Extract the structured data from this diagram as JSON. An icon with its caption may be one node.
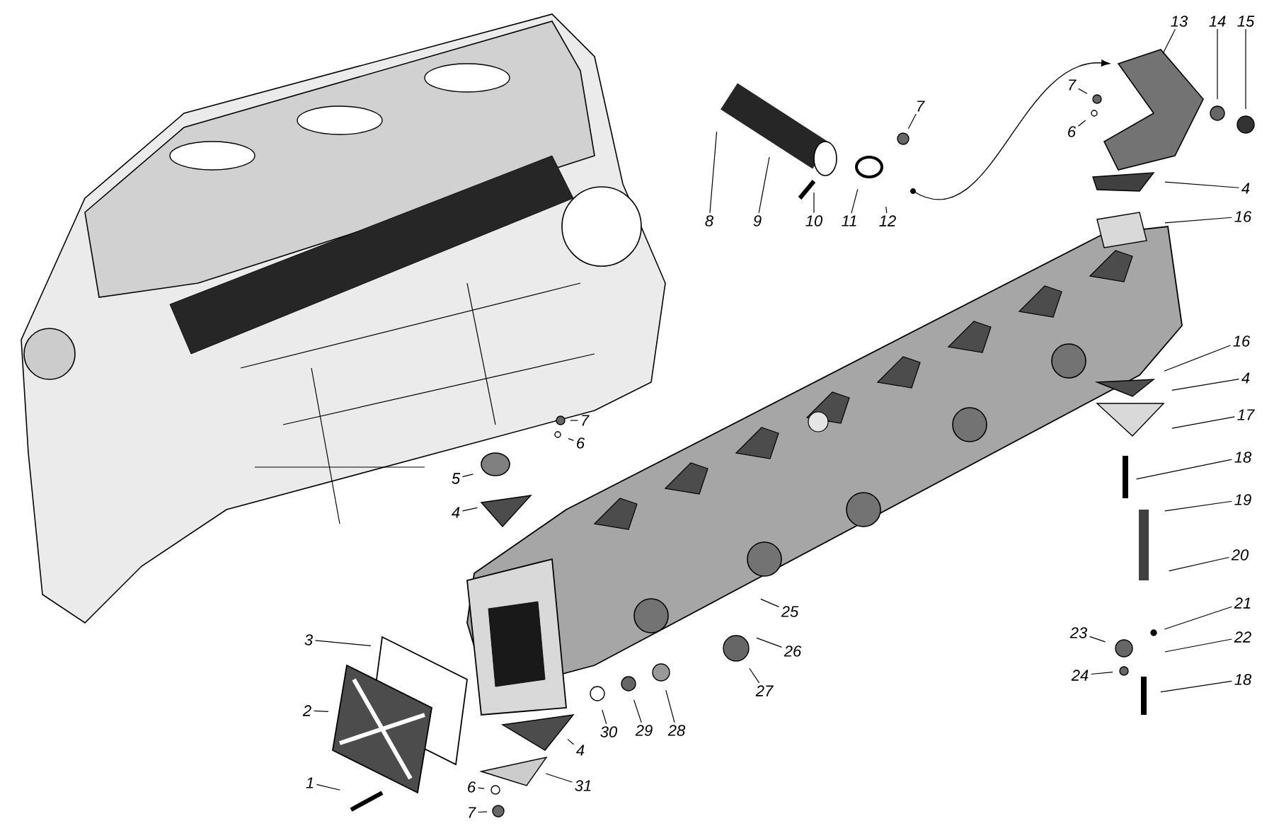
{
  "diagram": {
    "nodes": [
      {
        "text": [
          "13"
        ]
      },
      {
        "text": [
          "14"
        ]
      },
      {
        "text": [
          "15"
        ]
      },
      {
        "text": [
          "7"
        ]
      },
      {
        "text": [
          "7"
        ]
      },
      {
        "text": [
          "6"
        ]
      },
      {
        "text": [
          "4"
        ]
      },
      {
        "text": [
          "8"
        ]
      },
      {
        "text": [
          "9"
        ]
      },
      {
        "text": [
          "10"
        ]
      },
      {
        "text": [
          "11"
        ]
      },
      {
        "text": [
          "12"
        ]
      },
      {
        "text": [
          "16"
        ]
      },
      {
        "text": [
          "16"
        ]
      },
      {
        "text": [
          "4"
        ]
      },
      {
        "text": [
          "17"
        ]
      },
      {
        "text": [
          "7"
        ]
      },
      {
        "text": [
          "6"
        ]
      },
      {
        "text": [
          "18"
        ]
      },
      {
        "text": [
          "5"
        ]
      },
      {
        "text": [
          "19"
        ]
      },
      {
        "text": [
          "4"
        ]
      },
      {
        "text": [
          "20"
        ]
      },
      {
        "text": [
          "21"
        ]
      },
      {
        "text": [
          "25"
        ]
      },
      {
        "text": [
          "23"
        ]
      },
      {
        "text": [
          "22"
        ]
      },
      {
        "text": [
          "3"
        ]
      },
      {
        "text": [
          "26"
        ]
      },
      {
        "text": [
          "24"
        ]
      },
      {
        "text": [
          "18"
        ]
      },
      {
        "text": [
          "27"
        ]
      },
      {
        "text": [
          "2"
        ]
      },
      {
        "text": [
          "30"
        ]
      },
      {
        "text": [
          "29"
        ]
      },
      {
        "text": [
          "28"
        ]
      },
      {
        "text": [
          "4"
        ]
      },
      {
        "text": [
          "1"
        ]
      },
      {
        "text": [
          "31"
        ]
      },
      {
        "text": [
          "6"
        ]
      },
      {
        "text": [
          "7"
        ]
      }
    ],
    "edges": [
      {
        "from": 0,
        "to": null,
        "arrow": "none"
      },
      {
        "from": 1,
        "to": null,
        "arrow": "none"
      },
      {
        "from": 2,
        "to": null,
        "arrow": "none"
      },
      {
        "from": 3,
        "to": null,
        "arrow": "none"
      },
      {
        "from": 4,
        "to": null,
        "arrow": "none"
      },
      {
        "from": 5,
        "to": null,
        "arrow": "none"
      },
      {
        "from": 6,
        "to": null,
        "arrow": "none"
      },
      {
        "from": 7,
        "to": null,
        "arrow": "none"
      },
      {
        "from": 8,
        "to": null,
        "arrow": "none"
      },
      {
        "from": 9,
        "to": null,
        "arrow": "none"
      },
      {
        "from": 10,
        "to": null,
        "arrow": "none"
      },
      {
        "from": 11,
        "to": null,
        "arrow": "none"
      },
      {
        "from": 12,
        "to": null,
        "arrow": "none"
      },
      {
        "from": 13,
        "to": null,
        "arrow": "none"
      },
      {
        "from": 14,
        "to": null,
        "arrow": "none"
      },
      {
        "from": 15,
        "to": null,
        "arrow": "none"
      },
      {
        "from": 16,
        "to": null,
        "arrow": "none"
      },
      {
        "from": 17,
        "to": null,
        "arrow": "none"
      },
      {
        "from": 18,
        "to": null,
        "arrow": "none"
      },
      {
        "from": 19,
        "to": null,
        "arrow": "none"
      },
      {
        "from": 20,
        "to": null,
        "arrow": "none"
      },
      {
        "from": 21,
        "to": null,
        "arrow": "none"
      },
      {
        "from": 22,
        "to": null,
        "arrow": "none"
      },
      {
        "from": 23,
        "to": null,
        "arrow": "none"
      },
      {
        "from": 24,
        "to": null,
        "arrow": "none"
      },
      {
        "from": 25,
        "to": null,
        "arrow": "none"
      },
      {
        "from": 26,
        "to": null,
        "arrow": "none"
      },
      {
        "from": 27,
        "to": null,
        "arrow": "none"
      },
      {
        "from": 28,
        "to": null,
        "arrow": "none"
      },
      {
        "from": 29,
        "to": null,
        "arrow": "none"
      },
      {
        "from": 30,
        "to": null,
        "arrow": "none"
      },
      {
        "from": 31,
        "to": null,
        "arrow": "none"
      },
      {
        "from": 32,
        "to": null,
        "arrow": "none"
      },
      {
        "from": 33,
        "to": null,
        "arrow": "none"
      },
      {
        "from": 34,
        "to": null,
        "arrow": "none"
      },
      {
        "from": 35,
        "to": null,
        "arrow": "none"
      },
      {
        "from": 36,
        "to": null,
        "arrow": "none"
      },
      {
        "from": 37,
        "to": null,
        "arrow": "none"
      },
      {
        "from": 38,
        "to": null,
        "arrow": "none"
      },
      {
        "from": 39,
        "to": null,
        "arrow": "none"
      },
      {
        "from": 40,
        "to": null,
        "arrow": "none"
      }
    ]
  }
}
